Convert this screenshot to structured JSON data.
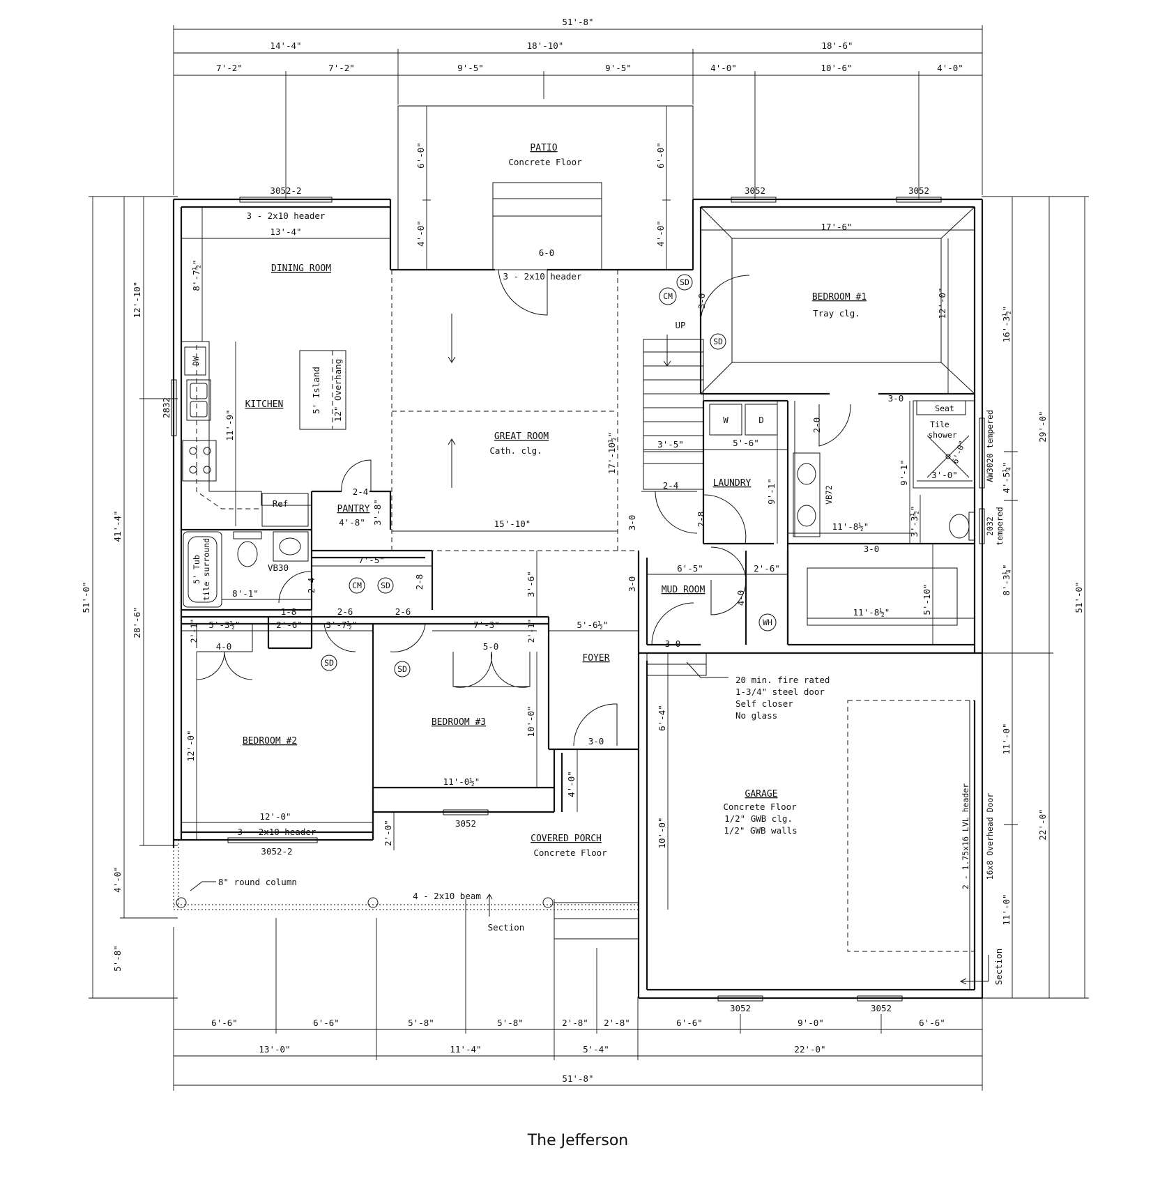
{
  "title": "The Jefferson",
  "dims_top": {
    "overall": "51'-8\"",
    "row2": [
      "14'-4\"",
      "18'-10\"",
      "18'-6\""
    ],
    "row3": [
      "7'-2\"",
      "7'-2\"",
      "9'-5\"",
      "9'-5\"",
      "4'-0\"",
      "10'-6\"",
      "4'-0\""
    ]
  },
  "dims_bottom": {
    "row1": [
      "6'-6\"",
      "6'-6\"",
      "5'-8\"",
      "5'-8\"",
      "2'-8\"",
      "2'-8\"",
      "6'-6\"",
      "9'-0\"",
      "6'-6\""
    ],
    "row2": [
      "13'-0\"",
      "11'-4\"",
      "5'-4\"",
      "22'-0\""
    ],
    "overall": "51'-8\""
  },
  "dims_left": {
    "overall": "51'-0\"",
    "mid": [
      "41'-4\"",
      "5'-8\""
    ],
    "inner": [
      "12'-10\"",
      "28'-6\"",
      "4'-0\""
    ]
  },
  "dims_right": {
    "overall": "51'-0\"",
    "mid": [
      "29'-0\"",
      "22'-0\""
    ],
    "inner": [
      "16'-3½\"",
      "4'-5¼\"",
      "8'-3¼\"",
      "11'-0\"",
      "11'-0\""
    ]
  },
  "rooms": {
    "patio": {
      "name": "PATIO",
      "note": "Concrete Floor"
    },
    "dining": {
      "name": "DINING ROOM"
    },
    "kitchen": {
      "name": "KITCHEN"
    },
    "great_room": {
      "name": "GREAT ROOM",
      "note": "Cath. clg."
    },
    "bedroom1": {
      "name": "BEDROOM #1",
      "note": "Tray clg."
    },
    "laundry": {
      "name": "LAUNDRY"
    },
    "pantry": {
      "name": "PANTRY"
    },
    "mud_room": {
      "name": "MUD ROOM"
    },
    "foyer": {
      "name": "FOYER"
    },
    "bedroom2": {
      "name": "BEDROOM #2"
    },
    "bedroom3": {
      "name": "BEDROOM #3"
    },
    "garage": {
      "name": "GARAGE",
      "notes": [
        "Concrete Floor",
        "1/2\" GWB clg.",
        "1/2\" GWB walls"
      ]
    },
    "porch": {
      "name": "COVERED PORCH",
      "note": "Concrete Floor"
    }
  },
  "labels": {
    "win_3052_2": "3052-2",
    "win_3052": "3052",
    "win_2832": "2832",
    "hdr_2x10": "3 - 2x10 header",
    "island": "5' Island",
    "overhang": "12\" Overhang",
    "dw": "DW",
    "ref": "Ref",
    "washer": "W",
    "dryer": "D",
    "vb30": "VB30",
    "vb72": "VB72",
    "tub1": "5' Tub",
    "tub2": "tile surround",
    "seat": "Seat",
    "tile1": "Tile",
    "tile2": "shower",
    "aw3020": "AW3020 tempered",
    "w2032a": "2032",
    "w2032b": "tempered",
    "cm": "CM",
    "sd": "SD",
    "wh": "WH",
    "up": "UP",
    "column": "8\" round column",
    "beam": "4 - 2x10 beam",
    "section": "Section",
    "lvl": "2 - 1.75x16 LVL header",
    "overhead": "16x8 Overhead Door",
    "fire": [
      "20 min. fire rated",
      "1-3/4\" steel door",
      "Self closer",
      "No glass"
    ]
  },
  "inner_dims": {
    "d13_4": "13'-4\"",
    "d8_7h": "8'-7½\"",
    "d11_9": "11'-9\"",
    "d6_0": "6'-0\"",
    "d4_0": "4'-0\"",
    "d6_0door": "6-0",
    "d17_6": "17'-6\"",
    "d12_0": "12'-0\"",
    "d3_0": "3-0",
    "d17_10h": "17'-10½\"",
    "d15_10": "15'-10\"",
    "d3_5": "3'-5\"",
    "d5_6": "5'-6\"",
    "d9_1": "9'-1\"",
    "d2_0": "2-0",
    "d2_4": "2-4",
    "d2_8": "2-8",
    "d4_8": "4'-8\"",
    "d3_8": "3'-8\"",
    "d7_5": "7'-5\"",
    "d8_1": "8'-1\"",
    "d1_8": "1-8",
    "d2_6": "2-6",
    "d3_7h": "3'-7½\"",
    "d5_3h": "5'-3½\"",
    "d2_6ft": "2'-6\"",
    "d2_1": "2'-1\"",
    "d4_0door": "4-0",
    "d7_3": "7'-3\"",
    "d5_0door": "5-0",
    "d5_6h": "5'-6½\"",
    "d3_6": "3'-6\"",
    "d6_5": "6'-5\"",
    "d11_8h": "11'-8½\"",
    "d5_10": "5'-10\"",
    "d3_3h": "3'-3½\"",
    "d3_0ft": "3'-0\"",
    "d6_0sh": "6'-0\"",
    "d10_0": "10'-0\"",
    "d11_0h": "11'-0½\"",
    "d6_4": "6'-4\"",
    "d10_0g": "10'-0\"",
    "d2_0ft": "2'-0\"",
    "d4_0ft": "4'-0\"",
    "d12_0b2": "12'-0\"",
    "d12_0b2h": "12'-0\""
  }
}
